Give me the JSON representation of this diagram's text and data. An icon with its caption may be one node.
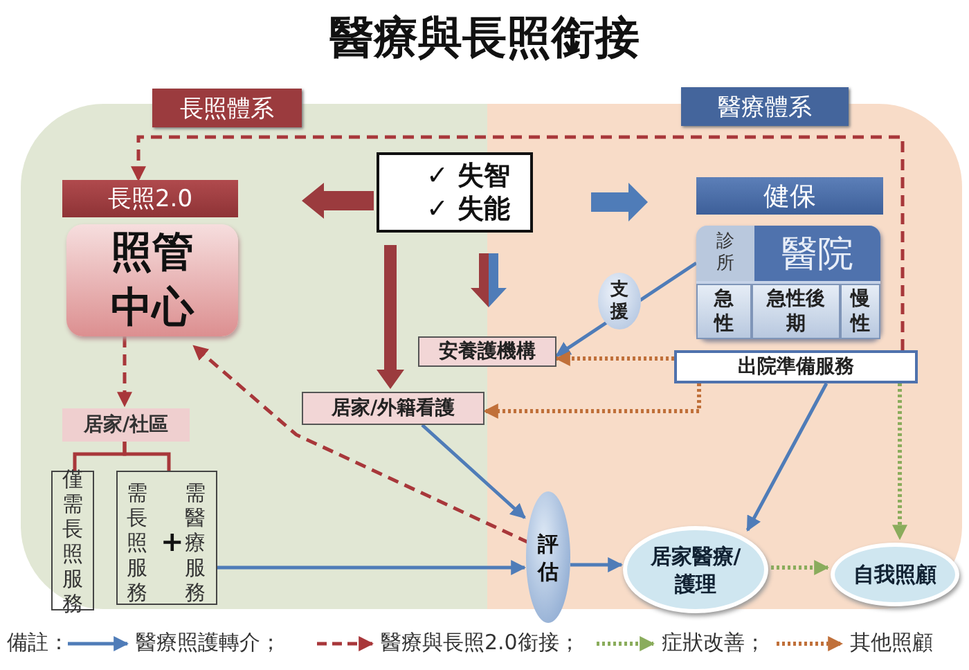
{
  "diagram": {
    "title": "醫療與長照銜接",
    "nodes": [
      {
        "text": [
          "長照體系"
        ]
      },
      {
        "text": [
          "醫療體系"
        ]
      },
      {
        "text": [
          "✓ 失智",
          "✓ 失能"
        ]
      },
      {
        "text": [
          "長照2.0"
        ],
        "in": 0
      },
      {
        "text": [
          "照管中心"
        ],
        "in": 0
      },
      {
        "text": [
          "健保"
        ],
        "in": 1
      },
      {
        "text": [],
        "shape": "box",
        "in": 1
      },
      {
        "text": [
          "診所"
        ],
        "in": 6
      },
      {
        "text": [
          "醫院"
        ],
        "in": 6
      },
      {
        "text": [
          "急性"
        ],
        "in": 6
      },
      {
        "text": [
          "急性後期"
        ],
        "in": 6
      },
      {
        "text": [
          "慢性"
        ],
        "in": 6
      },
      {
        "text": [
          "安養護機構"
        ]
      },
      {
        "text": [
          "出院準備服務"
        ],
        "in": 1
      },
      {
        "text": [
          "居家/外籍看護"
        ],
        "in": 0
      },
      {
        "text": [
          "居家/社區"
        ],
        "in": 0
      },
      {
        "text": [
          "僅需長照服務"
        ],
        "in": 0
      },
      {
        "text": [
          "需長照服務",
          "+",
          "需醫療服務"
        ],
        "in": 0
      },
      {
        "text": [
          "評估"
        ],
        "in": 1
      },
      {
        "text": [
          "居家醫療/護理"
        ],
        "in": 1
      },
      {
        "text": [
          "自我照顧"
        ],
        "in": 1
      }
    ],
    "edges": [
      {
        "from": 2,
        "to": 3,
        "arrow": "to",
        "style": "thick",
        "color": "#9b3b3e"
      },
      {
        "from": 2,
        "to": 5,
        "arrow": "to",
        "style": "thick",
        "color": "#4f7cb8"
      },
      {
        "from": 2,
        "to": 12,
        "arrow": "to",
        "style": "thick",
        "color": "#9b3b3e"
      },
      {
        "from": 2,
        "to": 14,
        "arrow": "to",
        "style": "thick",
        "color": "#9b3b3e"
      },
      {
        "from": 13,
        "to": 3,
        "arrow": "to",
        "style": "dashed",
        "color": "#a8373a"
      },
      {
        "from": 7,
        "to": 12,
        "arrow": "to",
        "label": "支援",
        "color": "#4f7cb8"
      },
      {
        "from": 13,
        "to": 12,
        "arrow": "to",
        "style": "dashed",
        "color": "#c0703a"
      },
      {
        "from": 13,
        "to": 14,
        "arrow": "to",
        "style": "dashed",
        "color": "#c0703a"
      },
      {
        "from": 13,
        "to": 19,
        "arrow": "to",
        "color": "#4f7cb8"
      },
      {
        "from": 13,
        "to": 20,
        "arrow": "to",
        "style": "dashed",
        "color": "#8aac5c"
      },
      {
        "from": 4,
        "to": 15,
        "arrow": "to",
        "style": "dashed",
        "color": "#a8373a"
      },
      {
        "from": 18,
        "to": 4,
        "arrow": "to",
        "style": "dashed",
        "color": "#a8373a"
      },
      {
        "from": 14,
        "to": 18,
        "arrow": "to",
        "color": "#4f7cb8"
      },
      {
        "from": 17,
        "to": 18,
        "arrow": "to",
        "color": "#4f7cb8"
      },
      {
        "from": 18,
        "to": 19,
        "arrow": "to",
        "color": "#4f7cb8"
      },
      {
        "from": 19,
        "to": 20,
        "arrow": "to",
        "style": "dashed",
        "color": "#8aac5c"
      },
      {
        "from": 15,
        "to": 16,
        "arrow": "none",
        "color": "#a8373a"
      },
      {
        "from": 15,
        "to": 17,
        "arrow": "none",
        "color": "#a8373a"
      }
    ],
    "labels": [
      "備註："
    ],
    "legend": [
      {
        "text": "醫療照護轉介；"
      },
      {
        "text": "醫療與長照2.0銜接；"
      },
      {
        "text": "症狀改善；"
      },
      {
        "text": "其他照顧"
      }
    ]
  }
}
